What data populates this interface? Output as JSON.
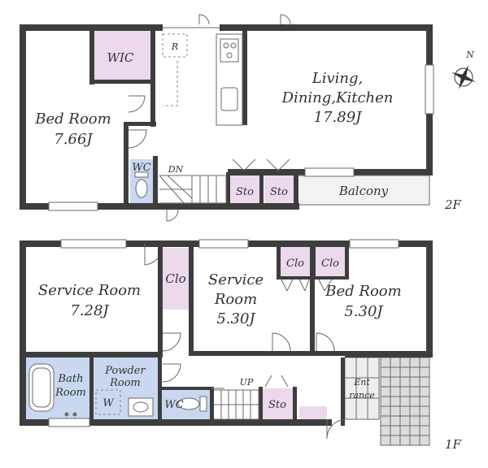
{
  "colors": {
    "wall": "#3d3d3d",
    "closet_fill": "#ecd9ec",
    "wet_area_fill": "#c9d8f0",
    "balcony_fill": "#f2f2f2",
    "entrance_tile": "#dcdcdc",
    "label": "#333333"
  },
  "floor2": {
    "label": "2F",
    "rooms": {
      "bedroom_name": "Bed Room",
      "bedroom_size": "7.66J",
      "wic": "WIC",
      "refrigerator": "R",
      "ldk_line1": "Living,",
      "ldk_line2": "Dining,Kitchen",
      "ldk_size": "17.89J",
      "wc": "WC",
      "stairs_down": "DN",
      "storage_1": "Sto",
      "storage_2": "Sto",
      "balcony": "Balcony"
    },
    "compass": "N",
    "compass_icon": "compass-rose-icon"
  },
  "floor1": {
    "label": "1F",
    "rooms": {
      "service_room_1_name": "Service Room",
      "service_room_1_size": "7.28J",
      "closet_1": "Clo",
      "service_room_2_line1": "Service",
      "service_room_2_line2": "Room",
      "service_room_2_size": "5.30J",
      "closet_2": "Clo",
      "closet_3": "Clo",
      "bedroom_name": "Bed Room",
      "bedroom_size": "5.30J",
      "bath_line1": "Bath",
      "bath_line2": "Room",
      "powder_line1": "Powder",
      "powder_line2": "Room",
      "washer": "W",
      "wc": "WC",
      "stairs_up": "UP",
      "storage": "Sto",
      "entrance_line1": "Ent",
      "entrance_line2": "rance"
    }
  }
}
